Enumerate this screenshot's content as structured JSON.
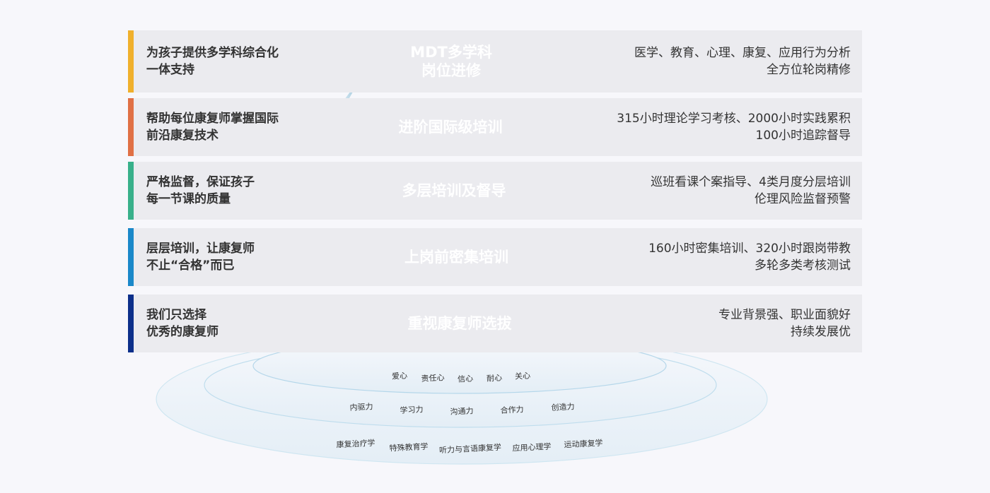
{
  "tiers": [
    {
      "title": [
        "MDT多学科",
        "岗位进修"
      ],
      "left": [
        "为孩子提供多学科综合化",
        "一体支持"
      ],
      "right": [
        "医学、教育、心理、康复、应用行为分析",
        "全方位轮岗精修"
      ],
      "color": "#F0B02C"
    },
    {
      "title": [
        "进阶国际级培训"
      ],
      "left": [
        "帮助每位康复师掌握国际",
        "前沿康复技术"
      ],
      "right": [
        "315小时理论学习考核、2000小时实践累积",
        "100小时追踪督导"
      ],
      "color": "#E07045"
    },
    {
      "title": [
        "多层培训及督导"
      ],
      "left": [
        "严格监督，保证孩子",
        "每一节课的质量"
      ],
      "right": [
        "巡班看课个案指导、4类月度分层培训",
        "伦理风险监督预警"
      ],
      "color": "#38B08A"
    },
    {
      "title": [
        "上岗前密集培训"
      ],
      "left": [
        "层层培训，让康复师",
        "不止“合格”而已"
      ],
      "right": [
        "160小时密集培训、320小时跟岗带教",
        "多轮多类考核测试"
      ],
      "color": "#1A88C9"
    },
    {
      "title": [
        "重视康复师选拔"
      ],
      "left": [
        "我们只选择",
        "优秀的康复师"
      ],
      "right": [
        "专业背景强、职业面貌好",
        "持续发展优"
      ],
      "color": "#0C2F8A"
    }
  ],
  "foundation": {
    "virtues": [
      "爱心",
      "责任心",
      "信心",
      "耐心",
      "关心"
    ],
    "abilities": [
      "内驱力",
      "学习力",
      "沟通力",
      "合作力",
      "创造力"
    ],
    "disciplines": [
      "康复治疗学",
      "特殊教育学",
      "听力与言语康复学",
      "应用心理学",
      "运动康复学"
    ]
  }
}
